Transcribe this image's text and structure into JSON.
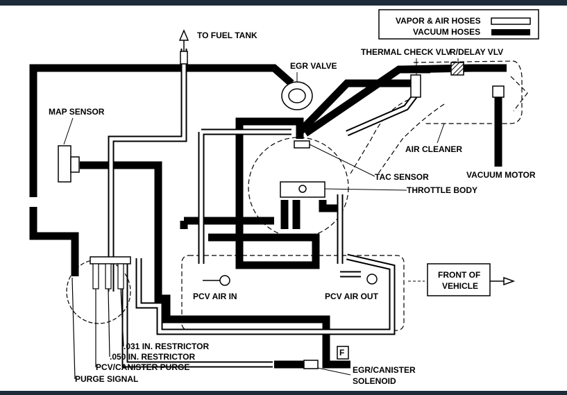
{
  "legend": {
    "vapor_label": "VAPOR & AIR HOSES",
    "vacuum_label": "VACUUM HOSES"
  },
  "labels": {
    "to_fuel_tank": "TO FUEL TANK",
    "egr_valve": "EGR VALVE",
    "thermal_check_vlv": "THERMAL CHECK VLV",
    "r_delay_vlv": "R/DELAY VLV",
    "map_sensor": "MAP SENSOR",
    "air_cleaner": "AIR CLEANER",
    "tac_sensor": "TAC SENSOR",
    "vacuum_motor": "VACUUM MOTOR",
    "throttle_body": "THROTTLE BODY",
    "front_of": "FRONT OF",
    "vehicle": "VEHICLE",
    "pcv_air_in": "PCV AIR IN",
    "pcv_air_out": "PCV AIR OUT",
    "restrictor_031": ".031 IN. RESTRICTOR",
    "restrictor_050": ".050 IN. RESTRICTOR",
    "pcv_canister_purge": "PCV/CANISTER PURGE",
    "purge_signal": "PURGE SIGNAL",
    "egr_canister": "EGR/CANISTER",
    "solenoid": "SOLENOID",
    "f_marker": "F"
  }
}
